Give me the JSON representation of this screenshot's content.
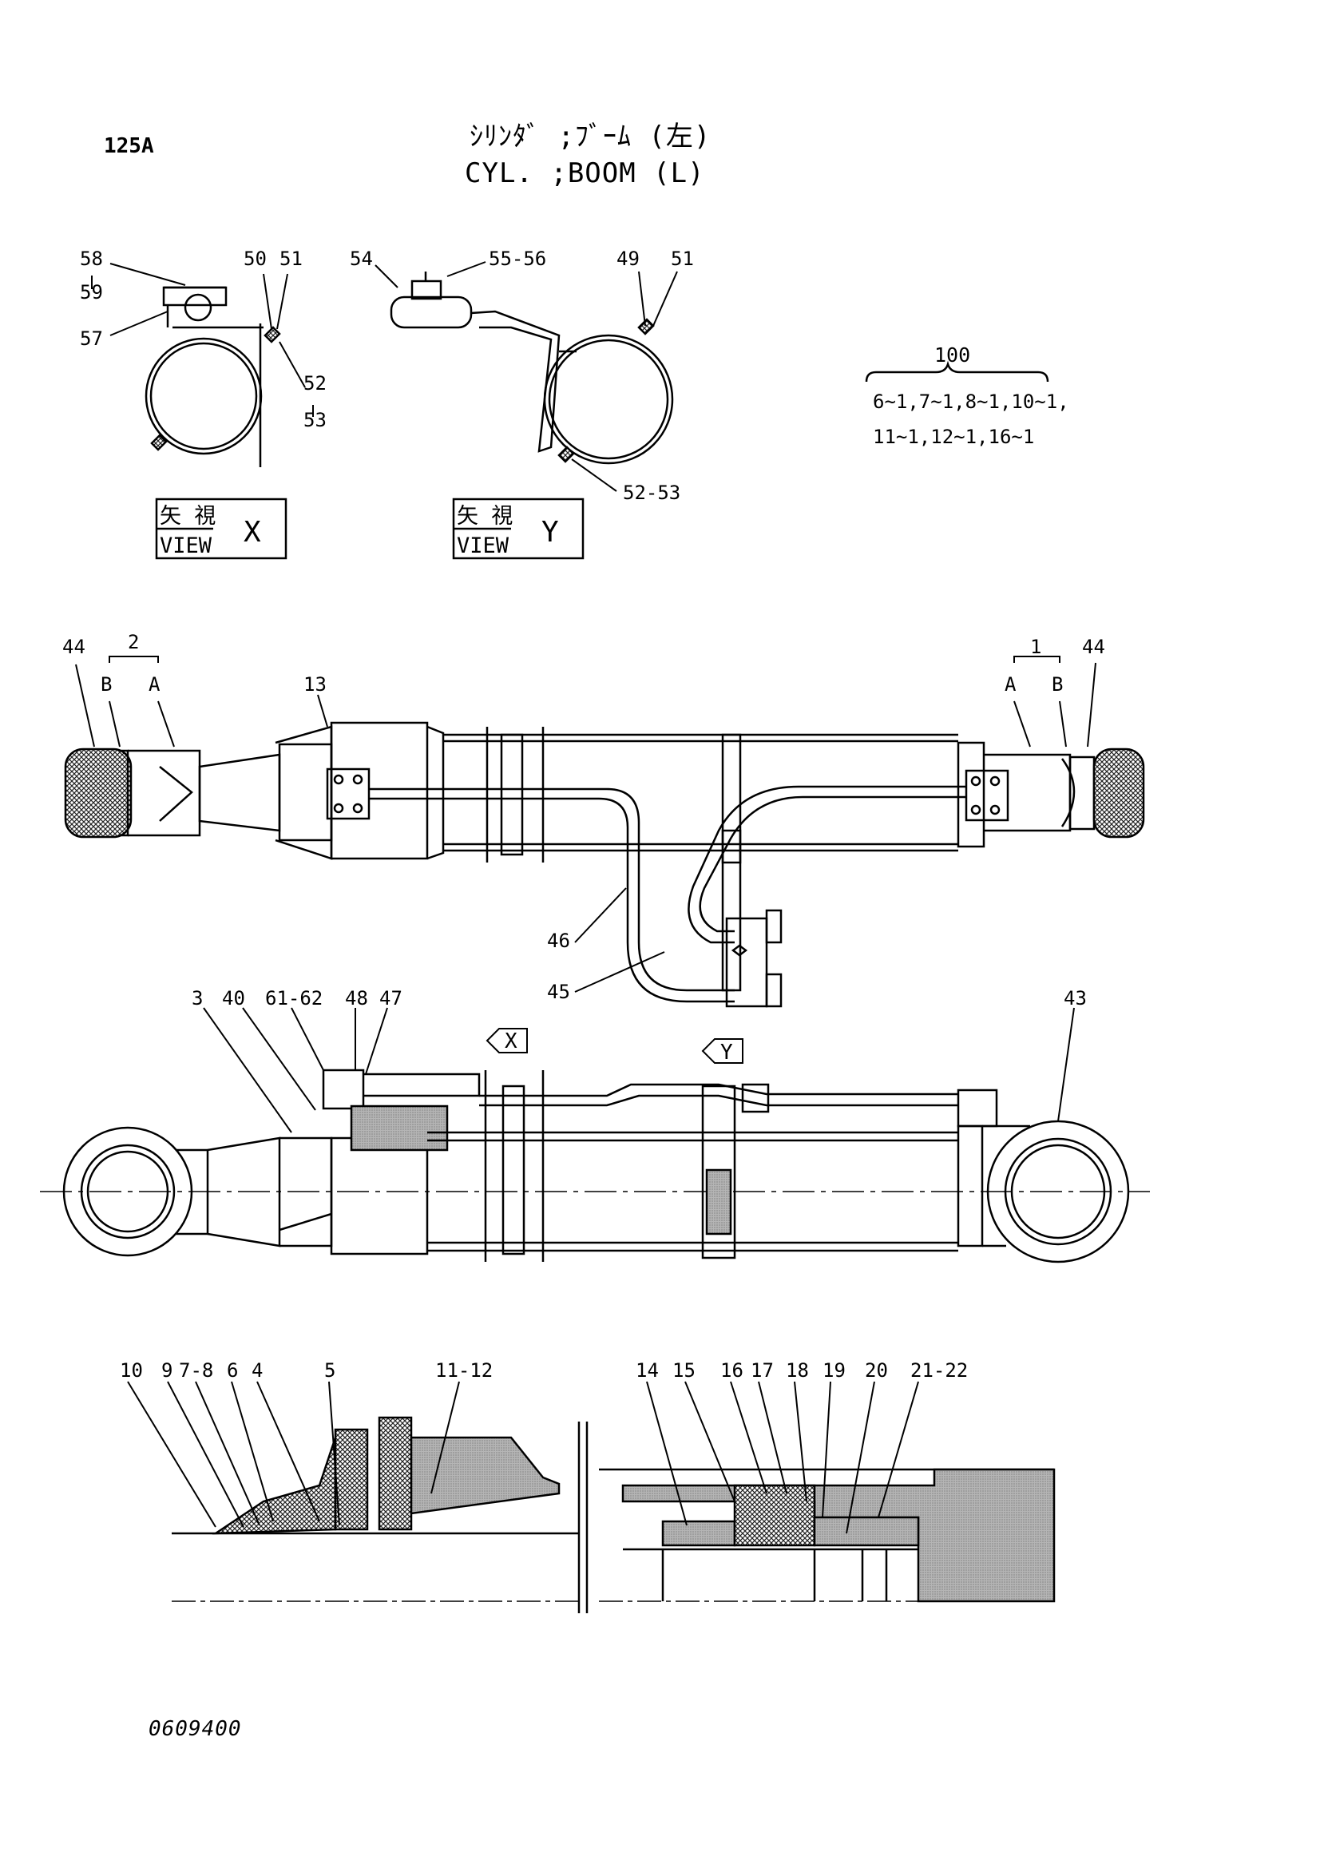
{
  "header": {
    "page_code": "125A",
    "title_jp": "ｼﾘﾝﾀﾞ ;ﾌﾞｰﾑ (左)",
    "title_en": "CYL. ;BOOM  (L)"
  },
  "views": {
    "x": {
      "kanji": "矢 視",
      "label": "VIEW",
      "letter": "X"
    },
    "y": {
      "kanji": "矢 視",
      "label": "VIEW",
      "letter": "Y"
    }
  },
  "kit": {
    "number": "100",
    "contents_line1": "6~1,7~1,8~1,10~1,",
    "contents_line2": "11~1,12~1,16~1"
  },
  "callouts": {
    "c58": "58",
    "c59": "59",
    "c57": "57",
    "c50": "50",
    "c51a": "51",
    "c52": "52",
    "c53": "53",
    "c54": "54",
    "c55_56": "55-56",
    "c49": "49",
    "c51b": "51",
    "c52_53": "52-53",
    "c44a": "44",
    "c2": "2",
    "cBa": "B",
    "cAa": "A",
    "c13": "13",
    "c1": "1",
    "cAb": "A",
    "cBb": "B",
    "c44b": "44",
    "c46": "46",
    "c45": "45",
    "c3": "3",
    "c40": "40",
    "c61_62": "61-62",
    "c48": "48",
    "c47": "47",
    "c43": "43",
    "viewX": "X",
    "viewY": "Y",
    "c10": "10",
    "c9": "9",
    "c7_8": "7-8",
    "c6": "6",
    "c4": "4",
    "c5": "5",
    "c11_12": "11-12",
    "c14": "14",
    "c15": "15",
    "c16": "16",
    "c17": "17",
    "c18": "18",
    "c19": "19",
    "c20": "20",
    "c21_22": "21-22"
  },
  "footer": {
    "doc_id": "0609400"
  },
  "colors": {
    "ink": "#000000",
    "hatch": "#8c8c8c",
    "paper": "#ffffff"
  }
}
